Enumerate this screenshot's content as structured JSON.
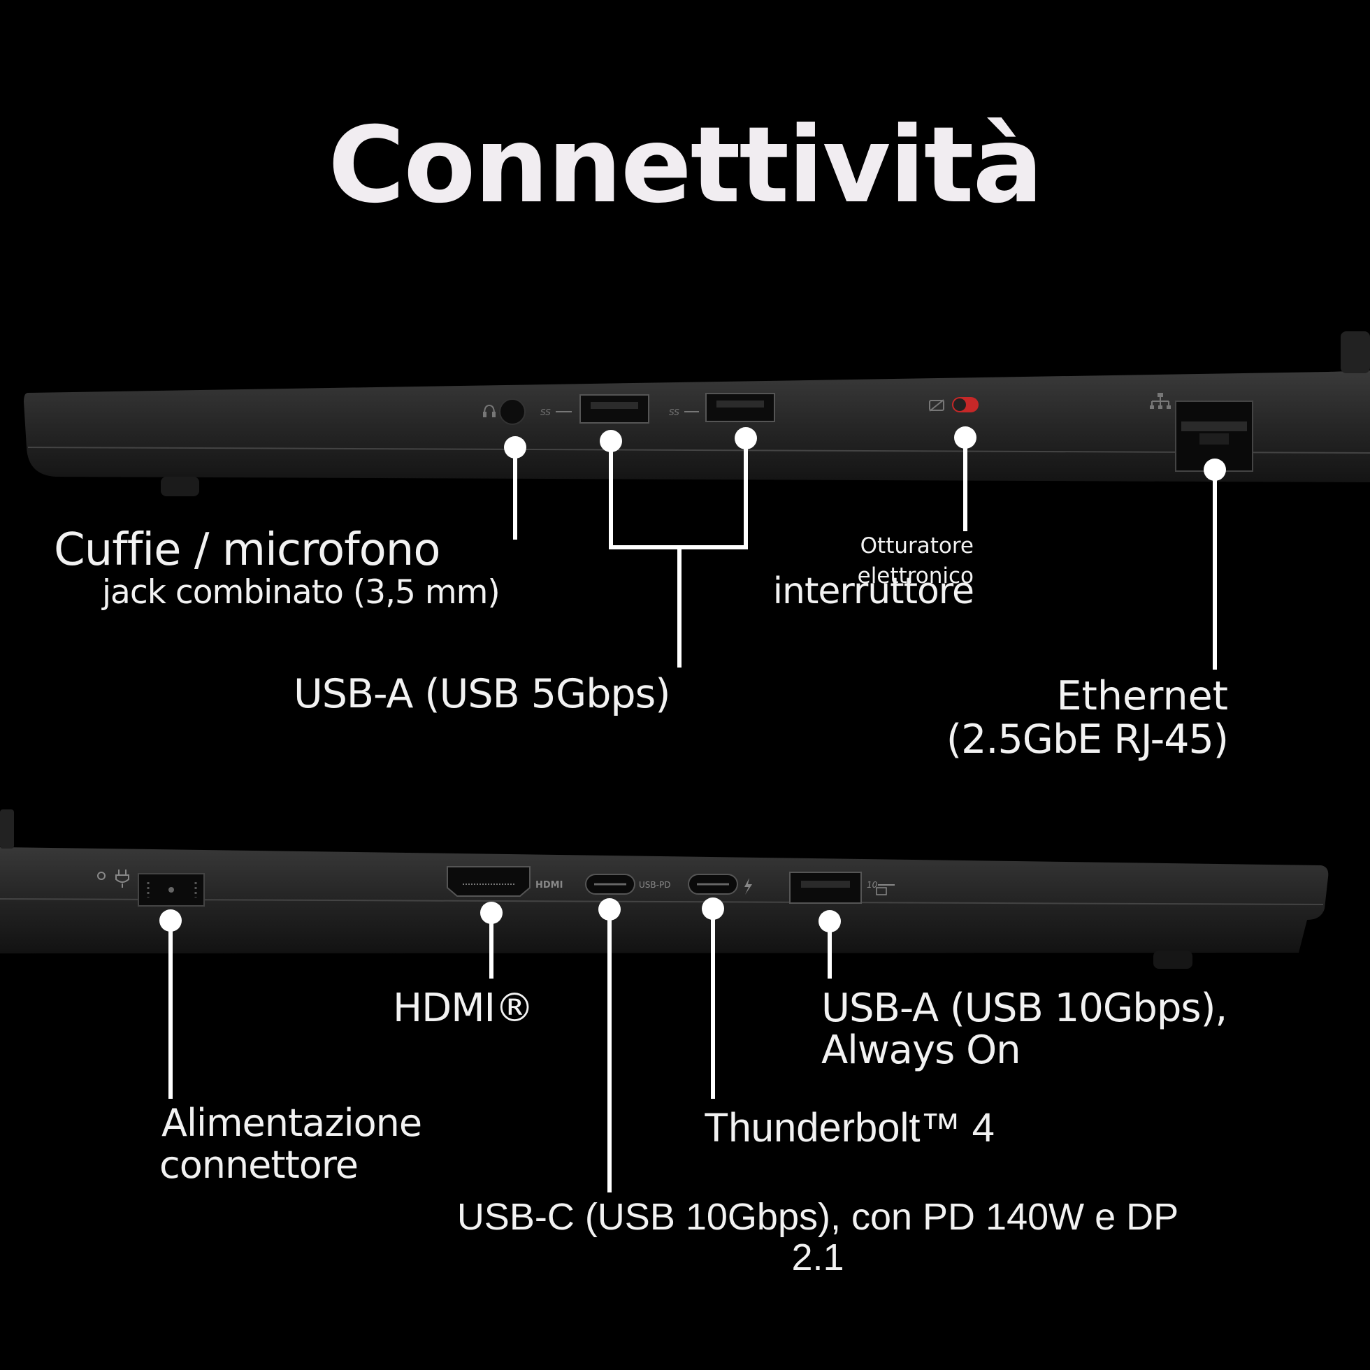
{
  "title": "Connettività",
  "colors": {
    "background": "#000000",
    "text": "#f2f2f2",
    "chassis": "#2a2a2a",
    "shutter_accent": "#e03030"
  },
  "top_side": {
    "port_icons": [
      "headset-icon",
      "usb-ss-icon",
      "usb-ss-icon",
      "camera-shutter-icon",
      "ethernet-icon"
    ],
    "labels": {
      "headphone_line1": "Cuffie / microfono",
      "headphone_line2": "jack combinato (3,5 mm)",
      "usba_5": "USB-A (USB 5Gbps)",
      "shutter_line1": "Otturatore",
      "shutter_line2": "elettronico",
      "shutter_line3": "interruttore",
      "ethernet_line1": "Ethernet",
      "ethernet_line2": "(2.5GbE RJ-45)"
    }
  },
  "bottom_side": {
    "port_markings": {
      "hdmi": "HDMI",
      "usb_pd": "USB-PD"
    },
    "port_icons": [
      "power-plug-icon",
      "hdmi-icon",
      "usb-c-icon",
      "thunderbolt-icon",
      "usb-10-icon"
    ],
    "labels": {
      "power_line1": "Alimentazione",
      "power_line2": "connettore",
      "hdmi": "HDMI®",
      "usbc_line1": "USB-C (USB 10Gbps), con PD 140W e DP",
      "usbc_line2": "2.1",
      "thunderbolt": "Thunderbolt™ 4",
      "usba_10_line1": "USB-A (USB 10Gbps),",
      "usba_10_line2": "Always On"
    }
  }
}
